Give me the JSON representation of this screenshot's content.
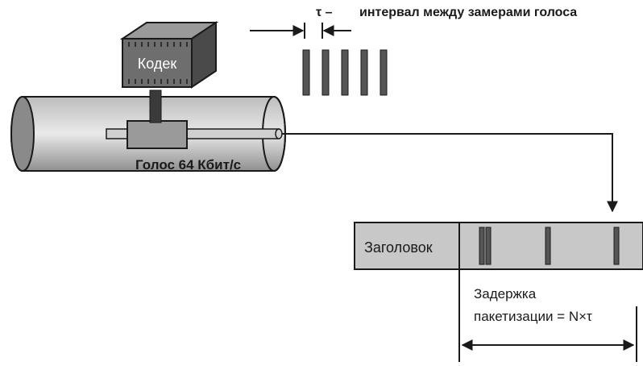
{
  "labels": {
    "interval_symbol": "τ –",
    "interval_text": "интервал между замерами голоса",
    "codec": "Кодек",
    "voice_rate": "Голос 64 Кбит/с",
    "header": "Заголовок",
    "delay_line1": "Задержка",
    "delay_line2": "пакетизации = N×τ"
  },
  "colors": {
    "ink": "#1a1a1a",
    "codec_front": "#6e6e6e",
    "codec_top": "#9a9a9a",
    "codec_side": "#4a4a4a",
    "packet_fill": "#c8c8c8",
    "sample_bar": "#555555",
    "probe_fill": "#aaaaaa"
  }
}
